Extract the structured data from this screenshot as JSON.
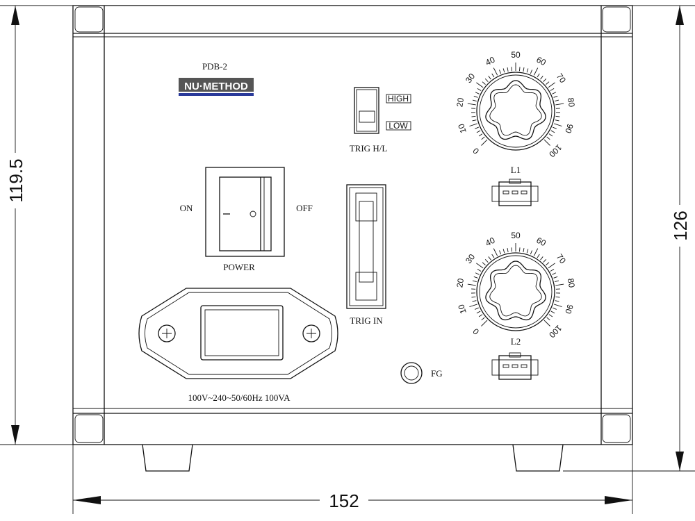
{
  "model": "PDB-2",
  "brand": "NU·METHOD",
  "colors": {
    "brand_bg": "#555555",
    "brand_bar": "#2a3a9a",
    "line": "#111111"
  },
  "trig_switch": {
    "label": "TRIG H/L",
    "high": "HIGH",
    "low": "LOW"
  },
  "power_switch": {
    "label": "POWER",
    "on": "ON",
    "off": "OFF"
  },
  "trig_in": {
    "label": "TRIG IN"
  },
  "inlet": {
    "label": "100V~240~50/60Hz 100VA"
  },
  "ground": {
    "label": "FG"
  },
  "dials": [
    {
      "label": "L1",
      "scale": [
        "0",
        "10",
        "20",
        "30",
        "40",
        "50",
        "60",
        "70",
        "80",
        "90",
        "100"
      ]
    },
    {
      "label": "L2",
      "scale": [
        "0",
        "10",
        "20",
        "30",
        "40",
        "50",
        "60",
        "70",
        "80",
        "90",
        "100"
      ]
    }
  ],
  "dimensions": {
    "height_body": "119.5",
    "height_total": "126",
    "width": "152"
  }
}
